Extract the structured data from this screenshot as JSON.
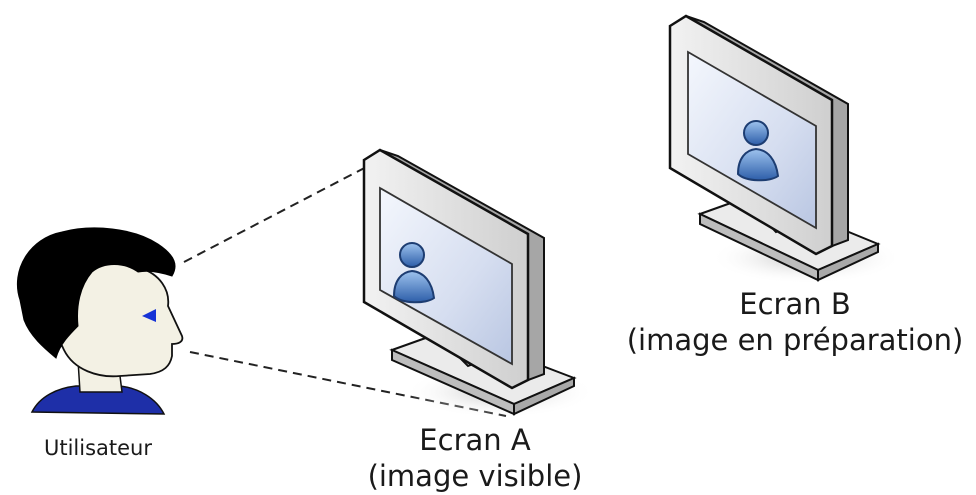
{
  "user": {
    "label": "Utilisateur"
  },
  "screen_a": {
    "name": "Ecran A",
    "state": "(image visible)"
  },
  "screen_b": {
    "name": "Ecran B",
    "state": "(image en préparation)"
  },
  "colors": {
    "hair": "#000000",
    "skin": "#f3f1e4",
    "shirt": "#1e2fa8",
    "eye": "#1633d6",
    "monitor_frame": "#e6e6e6",
    "screen": "#d9e2f4",
    "avatar": "#3b6fb6",
    "sight_line": "#222222"
  }
}
